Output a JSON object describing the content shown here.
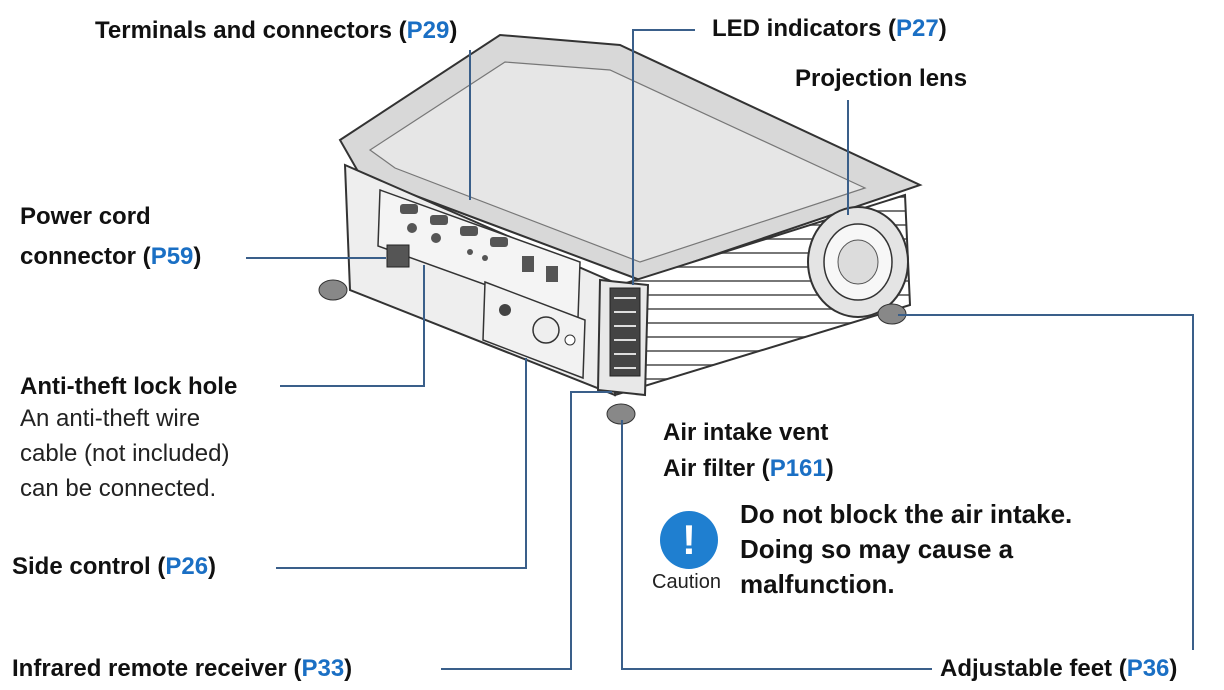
{
  "labels": {
    "terminals": {
      "text": "Terminals and connectors (",
      "ref": "P29",
      "close": ")"
    },
    "led": {
      "text": "LED indicators (",
      "ref": "P27",
      "close": ")"
    },
    "lens": {
      "text": "Projection lens"
    },
    "power_line1": {
      "text": "Power cord"
    },
    "power_line2": {
      "text": "connector (",
      "ref": "P59",
      "close": ")"
    },
    "antitheft": {
      "text": "Anti-theft lock hole"
    },
    "antitheft_desc": [
      "An anti-theft wire",
      "cable (not included)",
      "can be connected."
    ],
    "intake": {
      "text": "Air intake vent"
    },
    "filter": {
      "text": "Air filter (",
      "ref": "P161",
      "close": ")"
    },
    "side": {
      "text": "Side control (",
      "ref": "P26",
      "close": ")"
    },
    "infrared": {
      "text": "Infrared remote receiver (",
      "ref": "P33",
      "close": ")"
    },
    "feet": {
      "text": "Adjustable feet (",
      "ref": "P36",
      "close": ")"
    }
  },
  "caution": {
    "icon_symbol": "!",
    "word": "Caution",
    "lines": [
      "Do not block the air intake.",
      "Doing so may cause a",
      "malfunction."
    ]
  },
  "colors": {
    "reference_link": "#1a6fc4",
    "leader_line": "#3a5f8a",
    "caution_icon": "#1f7fd0"
  }
}
